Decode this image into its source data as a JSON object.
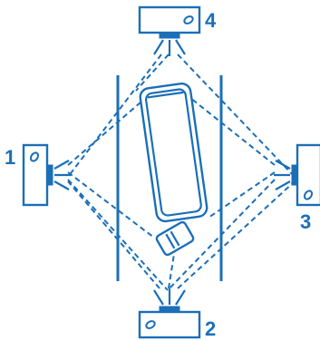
{
  "colors": {
    "primary": "#1a6fb8"
  },
  "labels": {
    "p1": "1",
    "p2": "2",
    "p3": "3",
    "p4": "4"
  }
}
